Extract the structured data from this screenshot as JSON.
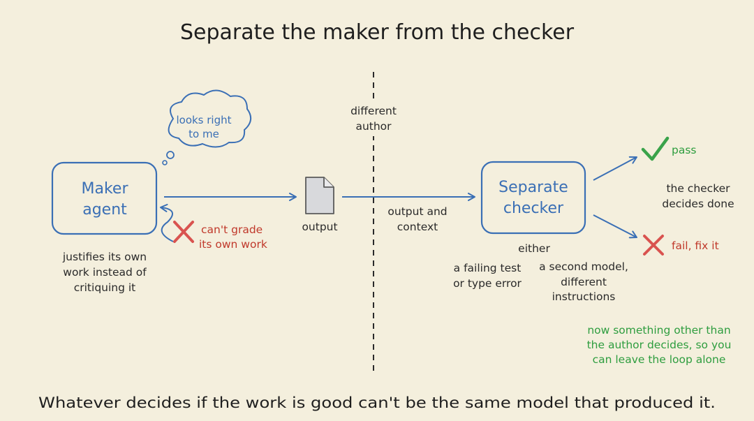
{
  "title": "Separate the maker from the checker",
  "caption": "Whatever decides if the work is good can't be the same model that produced it.",
  "maker": {
    "label_line1": "Maker",
    "label_line2": "agent",
    "thought_line1": "looks right",
    "thought_line2": "to me",
    "note_line1": "justifies its own",
    "note_line2": "work instead of",
    "note_line3": "critiquing it",
    "selfgrade_line1": "can't grade",
    "selfgrade_line2": "its own work"
  },
  "output": {
    "label": "output"
  },
  "divider": {
    "label_line1": "different",
    "label_line2": "author"
  },
  "handoff": {
    "label_line1": "output and",
    "label_line2": "context"
  },
  "checker": {
    "label_line1": "Separate",
    "label_line2": "checker",
    "either": "either",
    "option1_line1": "a failing test",
    "option1_line2": "or type error",
    "option2_line1": "a second model,",
    "option2_line2": "different",
    "option2_line3": "instructions"
  },
  "results": {
    "pass": "pass",
    "fail": "fail, fix it",
    "decides_line1": "the checker",
    "decides_line2": "decides done"
  },
  "footnote": {
    "line1": "now something other than",
    "line2": "the author decides, so you",
    "line3": "can leave the loop alone"
  },
  "colors": {
    "background": "#f4efdd",
    "accent_blue": "#3a6fb5",
    "error_red": "#c0392b",
    "success_green": "#2e9d3f",
    "ink": "#1e1e1e"
  }
}
